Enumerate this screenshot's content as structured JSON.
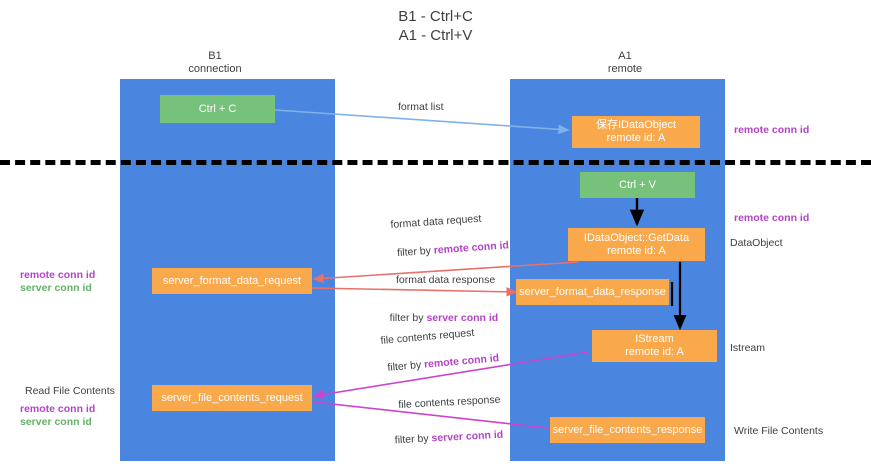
{
  "title": {
    "line1": "B1 - Ctrl+C",
    "line2": "A1 - Ctrl+V"
  },
  "columns": [
    {
      "name": "B1",
      "role": "connection"
    },
    {
      "name": "A1",
      "role": "remote"
    }
  ],
  "nodes": {
    "ctrl_c": "Ctrl + C",
    "ctrl_v": "Ctrl + V",
    "save_idataobject_l1": "保存IDataObject",
    "save_idataobject_l2": "remote id: A",
    "getdata_l1": "IDataObject::GetData",
    "getdata_l2": "remote id: A",
    "istream_l1": "IStream",
    "istream_l2": "remote id: A",
    "server_format_data_request": "server_format_data_request",
    "server_format_data_response": "server_format_data_response",
    "server_file_contents_request": "server_file_contents_request",
    "server_file_contents_response": "server_file_contents_response"
  },
  "edges": {
    "format_list": "format list",
    "format_data_request": "format data request",
    "format_data_request_filter_prefix": "filter by ",
    "format_data_request_filter_key": "remote conn id",
    "format_data_response": "format data response",
    "format_data_response_filter_prefix": "filter by ",
    "format_data_response_filter_key": "server conn id",
    "file_contents_request": "file contents request",
    "file_contents_request_filter_prefix": "filter by ",
    "file_contents_request_filter_key": "remote conn id",
    "file_contents_response": "file contents response",
    "file_contents_response_filter_prefix": "filter by ",
    "file_contents_response_filter_key": "server conn id"
  },
  "annotations": {
    "right_remote_conn_id_top": "remote conn id",
    "right_remote_conn_id_mid": "remote conn id",
    "right_dataobject": "DataObject",
    "right_istream": "Istream",
    "right_write_file_contents": "Write File Contents",
    "left_remote_conn_id_mid": "remote conn id",
    "left_server_conn_id_mid": "server conn id",
    "left_read_file_contents": "Read File Contents",
    "left_remote_conn_id_bottom": "remote conn id",
    "left_server_conn_id_bottom": "server conn id"
  },
  "colors": {
    "lane": "#4a86e0",
    "node_orange": "#f9a94c",
    "node_green": "#77c27a",
    "accent_purple": "#b344c6",
    "accent_green": "#66b06a",
    "arrow_blue": "#7fb2e8",
    "arrow_red": "#e8706a",
    "arrow_magenta": "#cc44cc",
    "arrow_black": "#000000",
    "divider": "#000000"
  }
}
